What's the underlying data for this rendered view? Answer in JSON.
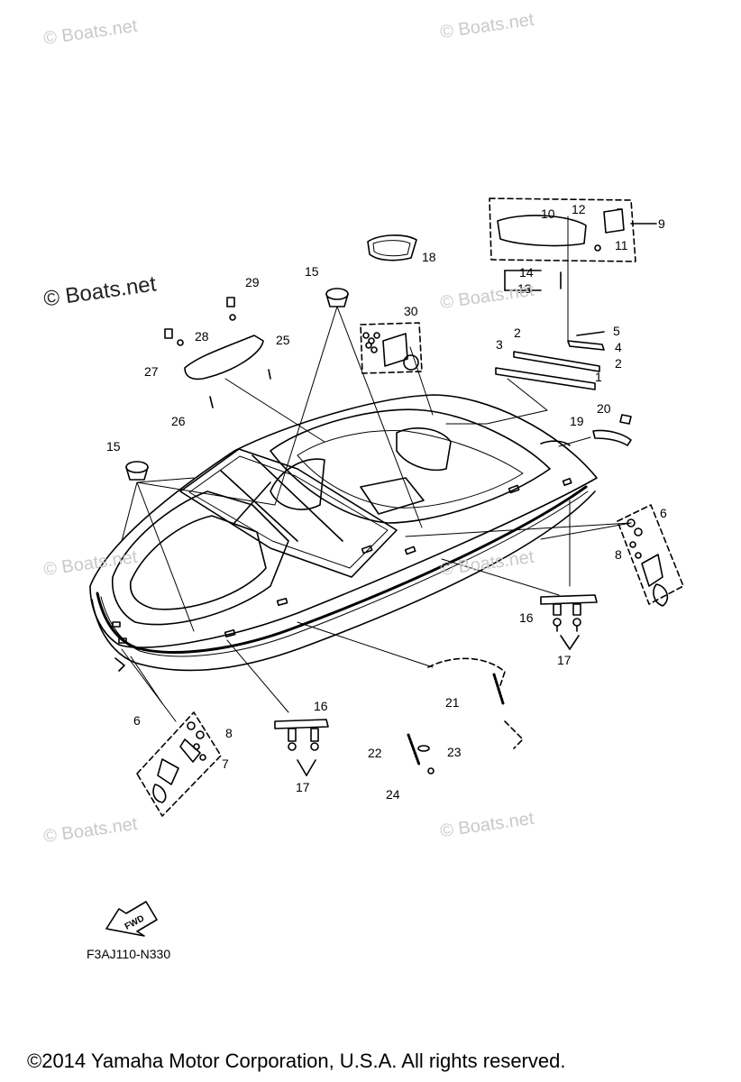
{
  "watermarks": {
    "text": "© Boats.net",
    "main": "© Boats.net"
  },
  "callouts": [
    "1",
    "2",
    "2",
    "3",
    "4",
    "5",
    "6",
    "6",
    "7",
    "8",
    "8",
    "9",
    "10",
    "11",
    "12",
    "13",
    "14",
    "15",
    "15",
    "16",
    "16",
    "17",
    "17",
    "18",
    "19",
    "20",
    "21",
    "22",
    "23",
    "24",
    "25",
    "26",
    "27",
    "28",
    "29",
    "30"
  ],
  "fwd_label": "FWD",
  "diagram_code": "F3AJ110-N330",
  "copyright": "©2014 Yamaha Motor Corporation, U.S.A. All rights reserved."
}
